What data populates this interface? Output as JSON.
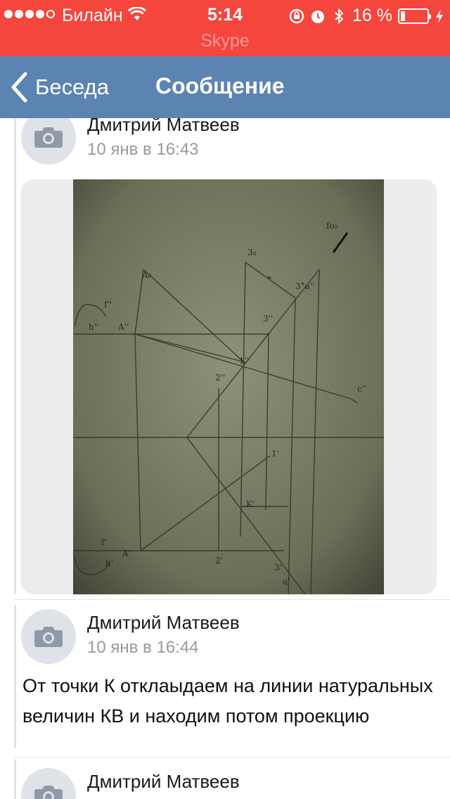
{
  "status_bar": {
    "carrier": "Билайн",
    "time": "5:14",
    "battery_text": "16 %",
    "battery_level": 0.16,
    "signal_bars_filled": 4,
    "signal_bars_total": 5,
    "app_behind": "Skype",
    "icons": [
      "wifi-icon",
      "orientation-lock-icon",
      "alarm-icon",
      "bluetooth-icon",
      "battery-icon",
      "charging-icon"
    ],
    "background_color": "#f4463d"
  },
  "nav": {
    "back_label": "Беседа",
    "title": "Сообщение",
    "background_color": "#5b84b3"
  },
  "messages": [
    {
      "author": "Дмитрий Матвеев",
      "timestamp": "10 янв в 16:43",
      "attachment": "photo",
      "avatar_icon": "camera-icon"
    },
    {
      "author": "Дмитрий Матвеев",
      "timestamp": "10 янв в 16:44",
      "text": "От точки К отклаыдаем на линии натуральных величин КВ и находим потом проекцию",
      "avatar_icon": "camera-icon"
    },
    {
      "author": "Дмитрий Матвеев",
      "avatar_icon": "camera-icon"
    }
  ],
  "photo_labels": {
    "f0": "fo₂",
    "a0": "A₀",
    "three0": "3₀",
    "star": "*",
    "a2pp": "3°a''",
    "f2": "f''",
    "h2": "h''",
    "A2": "A''",
    "three2": "3''",
    "two2": "2''",
    "one2": "1''",
    "c2": "c''",
    "one1": "1'",
    "k1": "K'",
    "f1": "f'",
    "h1": "h'",
    "A1": "A'",
    "two1": "2'",
    "three1": "3'",
    "a1": "a'"
  }
}
